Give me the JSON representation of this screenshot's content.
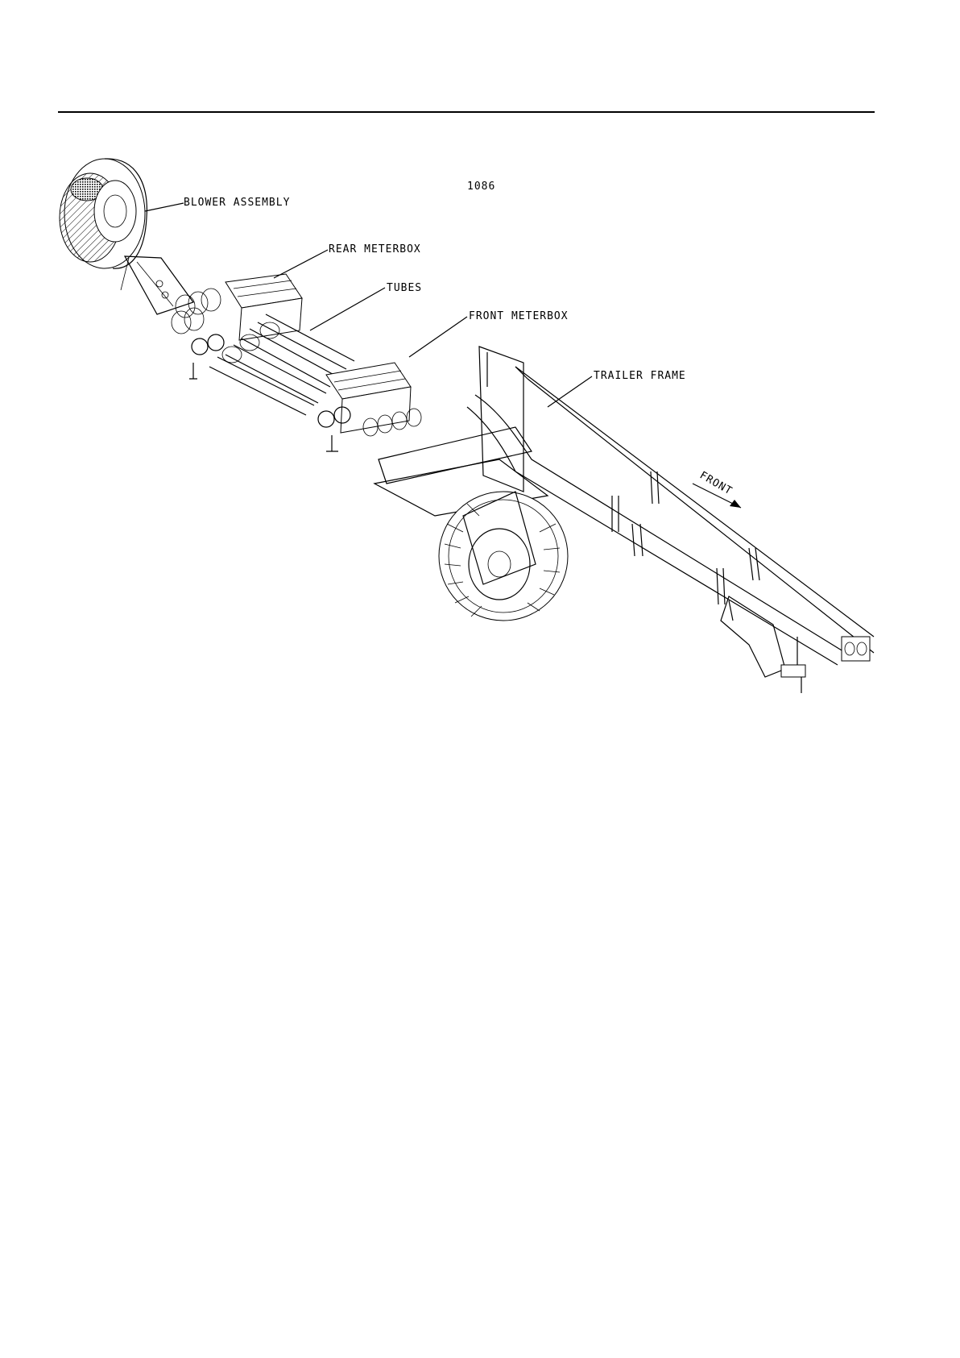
{
  "drawing": {
    "number": "1086",
    "labels": {
      "blower": "BLOWER ASSEMBLY",
      "rear_meterbox": "REAR METERBOX",
      "tubes": "TUBES",
      "front_meterbox": "FRONT METERBOX",
      "trailer_frame": "TRAILER FRAME",
      "front": "FRONT"
    }
  }
}
